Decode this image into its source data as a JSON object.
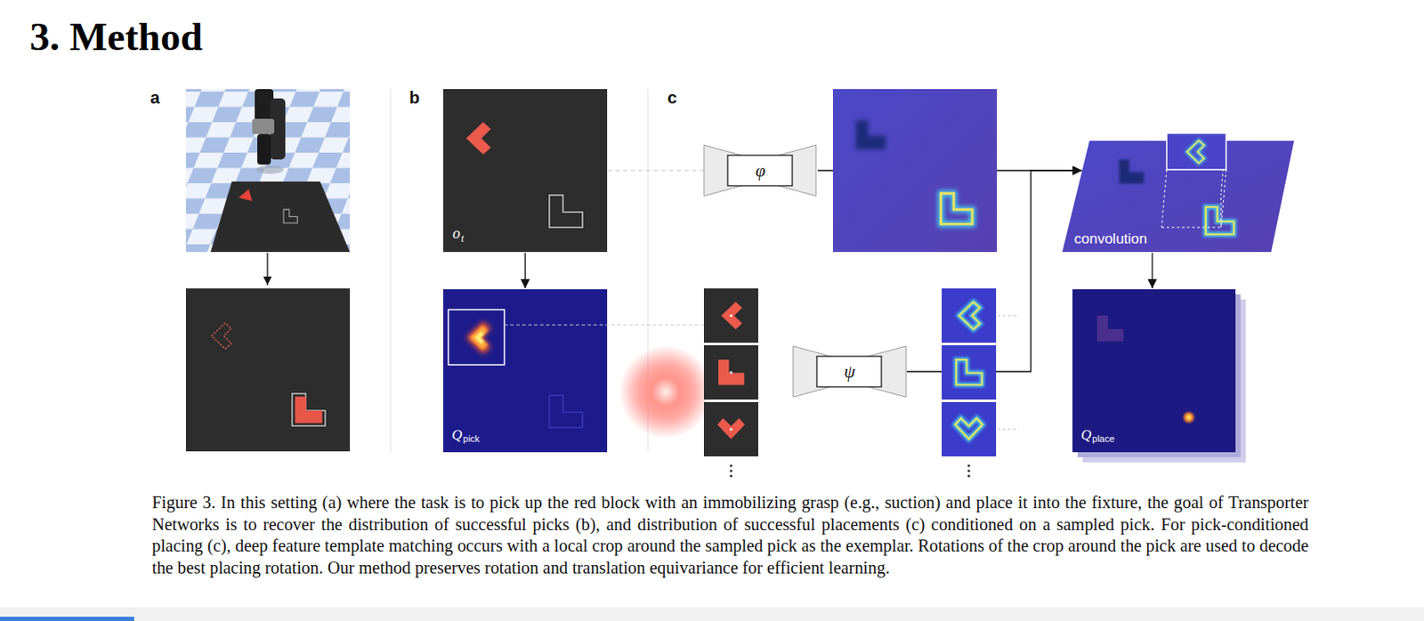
{
  "diagram": {
    "title": "3. Method",
    "caption": "Figure 3. In this setting (a) where the task is to pick up the red block with an immobilizing grasp (e.g., suction) and place it into the fixture, the goal of Transporter Networks is to recover the distribution of successful picks (b), and distribution of successful placements (c) conditioned on a sampled pick. For pick-conditioned placing (c), deep feature template matching occurs with a local crop around the sampled pick as the exemplar. Rotations of the crop around the pick are used to decode the best placing rotation. Our method preserves rotation and translation equivariance for efficient learning.",
    "nodes": [
      {
        "text": [
          "o",
          "t"
        ]
      },
      {
        "text": [
          "Q",
          "pick"
        ]
      },
      {
        "text": [
          "φ"
        ]
      },
      {
        "text": [
          "ψ"
        ]
      },
      {
        "text": [
          "convolution"
        ]
      },
      {
        "text": [
          "Q",
          "place"
        ]
      }
    ],
    "edges": [
      {
        "from": 0,
        "to": 1,
        "arrow": "to"
      },
      {
        "from": 0,
        "to": 2,
        "arrow": "none"
      },
      {
        "from": 2,
        "to": 4,
        "arrow": "to"
      },
      {
        "from": 3,
        "to": 4,
        "arrow": "to"
      },
      {
        "from": 4,
        "to": 5,
        "arrow": "to"
      }
    ],
    "labels": [
      "a",
      "b",
      "c"
    ]
  }
}
